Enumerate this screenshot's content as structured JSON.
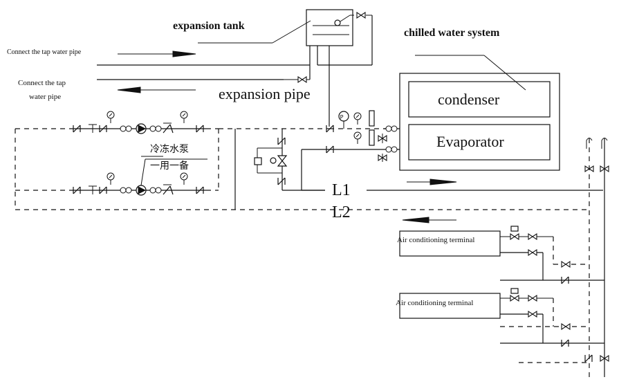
{
  "labels": {
    "expansion_tank": "expansion tank",
    "chilled_water_system": "chilled water system",
    "tap_in": "Connect the tap water pipe",
    "tap_out_line1": "Connect the tap",
    "tap_out_line2": "water pipe",
    "expansion_pipe": "expansion pipe",
    "condenser": "condenser",
    "evaporator": "Evaporator",
    "pump_line1": "冷冻水泵",
    "pump_line2": "一用一备",
    "l1": "L1",
    "l2": "L2",
    "terminal_1": "Air conditioning  terminal",
    "terminal_2": "Air conditioning terminal",
    "gauge_p": "P"
  }
}
